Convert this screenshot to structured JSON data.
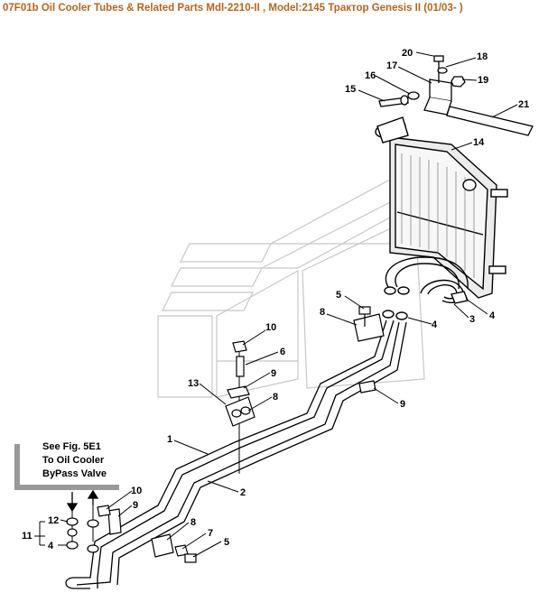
{
  "title": "07F01b Oil Cooler Tubes & Related Parts Mdl-2210-II , Model:2145 Трактор Genesis II (01/03- )",
  "note": {
    "line1": "See Fig. 5E1",
    "line2": "To Oil Cooler",
    "line3": "ByPass Valve"
  },
  "callouts": [
    {
      "id": "c20",
      "label": "20"
    },
    {
      "id": "c18",
      "label": "18"
    },
    {
      "id": "c17",
      "label": "17"
    },
    {
      "id": "c19",
      "label": "19"
    },
    {
      "id": "c16",
      "label": "16"
    },
    {
      "id": "c15",
      "label": "15"
    },
    {
      "id": "c21",
      "label": "21"
    },
    {
      "id": "c14",
      "label": "14"
    },
    {
      "id": "c5a",
      "label": "5"
    },
    {
      "id": "c4a",
      "label": "4"
    },
    {
      "id": "c3",
      "label": "3"
    },
    {
      "id": "c8a",
      "label": "8"
    },
    {
      "id": "c4b",
      "label": "4"
    },
    {
      "id": "c10a",
      "label": "10"
    },
    {
      "id": "c6",
      "label": "6"
    },
    {
      "id": "c9a",
      "label": "9"
    },
    {
      "id": "c13",
      "label": "13"
    },
    {
      "id": "c8b",
      "label": "8"
    },
    {
      "id": "c9b",
      "label": "9"
    },
    {
      "id": "c1",
      "label": "1"
    },
    {
      "id": "c2",
      "label": "2"
    },
    {
      "id": "c10b",
      "label": "10"
    },
    {
      "id": "c9c",
      "label": "9"
    },
    {
      "id": "c12",
      "label": "12"
    },
    {
      "id": "c11",
      "label": "11"
    },
    {
      "id": "c4c",
      "label": "4"
    },
    {
      "id": "c8c",
      "label": "8"
    },
    {
      "id": "c7",
      "label": "7"
    },
    {
      "id": "c5b",
      "label": "5"
    }
  ]
}
